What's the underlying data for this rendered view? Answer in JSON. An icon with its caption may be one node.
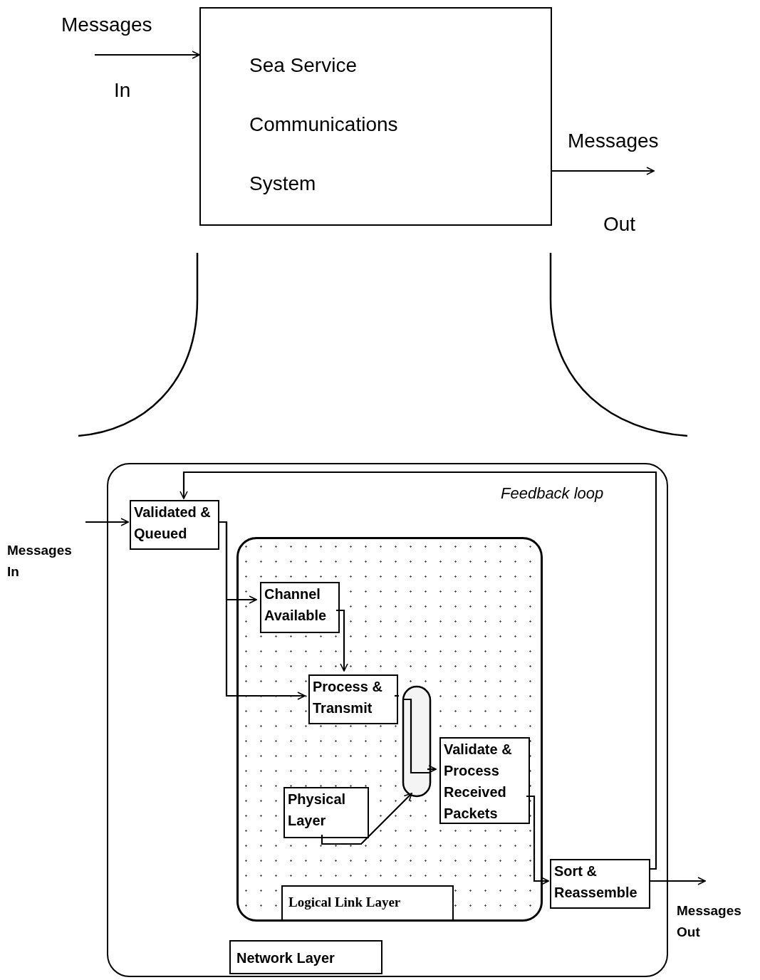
{
  "diagram": {
    "nodes": [
      {
        "text": [
          "Sea Service Communications System"
        ]
      },
      {
        "text": [
          "Network Layer"
        ]
      },
      {
        "text": [
          "Validated & Queued"
        ],
        "in": 1
      },
      {
        "text": [
          "Logical Link Layer"
        ],
        "in": 1
      },
      {
        "text": [
          "Channel Available"
        ],
        "in": 3
      },
      {
        "text": [
          "Process & Transmit"
        ],
        "in": 3
      },
      {
        "text": [
          "Physical Layer"
        ],
        "in": 3
      },
      {
        "text": [],
        "shape": "oval",
        "in": 3
      },
      {
        "text": [
          "Validate & Process Received Packets"
        ],
        "in": 3
      },
      {
        "text": [
          "Sort & Reassemble"
        ],
        "in": 1
      }
    ],
    "edges": [
      {
        "from": null,
        "to": 0,
        "arrow": "to"
      },
      {
        "from": 0,
        "to": null,
        "arrow": "to"
      },
      {
        "from": null,
        "to": 2,
        "arrow": "to"
      },
      {
        "from": 2,
        "to": 4,
        "arrow": "to"
      },
      {
        "from": 2,
        "to": 5,
        "arrow": "to"
      },
      {
        "from": 4,
        "to": 5,
        "arrow": "to"
      },
      {
        "from": 5,
        "to": 7,
        "arrow": "none"
      },
      {
        "from": 7,
        "to": 8,
        "arrow": "to"
      },
      {
        "from": 6,
        "to": 7,
        "arrow": "to"
      },
      {
        "from": 8,
        "to": 9,
        "arrow": "to"
      },
      {
        "from": 9,
        "to": 2,
        "arrow": "to"
      },
      {
        "from": 9,
        "to": null,
        "arrow": "to"
      }
    ],
    "labels": [
      "Messages",
      "In",
      "Messages",
      "Out",
      "Feedback loop",
      "Messages In",
      "Messages Out"
    ]
  }
}
